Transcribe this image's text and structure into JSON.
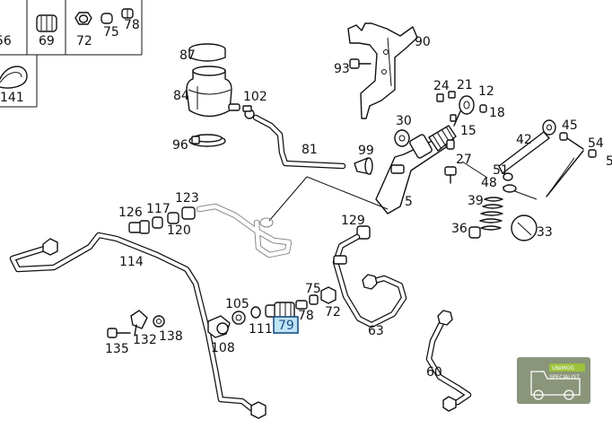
{
  "callouts": [
    {
      "id": "p56",
      "text": "56"
    },
    {
      "id": "p69",
      "text": "69"
    },
    {
      "id": "p72a",
      "text": "72"
    },
    {
      "id": "p75a",
      "text": "75"
    },
    {
      "id": "p78a",
      "text": "78"
    },
    {
      "id": "p141",
      "text": "141"
    },
    {
      "id": "p87",
      "text": "87"
    },
    {
      "id": "p84",
      "text": "84"
    },
    {
      "id": "p102",
      "text": "102"
    },
    {
      "id": "p96",
      "text": "96"
    },
    {
      "id": "p81",
      "text": "81"
    },
    {
      "id": "p99",
      "text": "99"
    },
    {
      "id": "p90",
      "text": "90"
    },
    {
      "id": "p93",
      "text": "93"
    },
    {
      "id": "p24",
      "text": "24"
    },
    {
      "id": "p21",
      "text": "21"
    },
    {
      "id": "p12",
      "text": "12"
    },
    {
      "id": "p18",
      "text": "18"
    },
    {
      "id": "p15",
      "text": "15"
    },
    {
      "id": "p30",
      "text": "30"
    },
    {
      "id": "p27",
      "text": "27"
    },
    {
      "id": "p5",
      "text": "5"
    },
    {
      "id": "p42",
      "text": "42"
    },
    {
      "id": "p45",
      "text": "45"
    },
    {
      "id": "p54",
      "text": "54"
    },
    {
      "id": "p5b",
      "text": "5"
    },
    {
      "id": "p51",
      "text": "51"
    },
    {
      "id": "p48",
      "text": "48"
    },
    {
      "id": "p39",
      "text": "39"
    },
    {
      "id": "p36",
      "text": "36"
    },
    {
      "id": "p33",
      "text": "33"
    },
    {
      "id": "p129",
      "text": "129"
    },
    {
      "id": "p126",
      "text": "126"
    },
    {
      "id": "p117",
      "text": "117"
    },
    {
      "id": "p123",
      "text": "123"
    },
    {
      "id": "p120",
      "text": "120"
    },
    {
      "id": "p114",
      "text": "114"
    },
    {
      "id": "p105",
      "text": "105"
    },
    {
      "id": "p75b",
      "text": "75"
    },
    {
      "id": "p78b",
      "text": "78"
    },
    {
      "id": "p72b",
      "text": "72"
    },
    {
      "id": "p111",
      "text": "111"
    },
    {
      "id": "p63",
      "text": "63"
    },
    {
      "id": "p135",
      "text": "135"
    },
    {
      "id": "p132",
      "text": "132"
    },
    {
      "id": "p138",
      "text": "138"
    },
    {
      "id": "p108",
      "text": "108"
    },
    {
      "id": "p60",
      "text": "60"
    }
  ],
  "selected_callout": {
    "id": "p79",
    "text": "79",
    "fill": "#bfe3f6",
    "border": "#1a4f86"
  },
  "logo": {
    "line1": "UNIMOG",
    "line2": "SPECIALIST",
    "colors": {
      "plate": "#7d8a6c",
      "badge": "#9cc23a"
    }
  }
}
